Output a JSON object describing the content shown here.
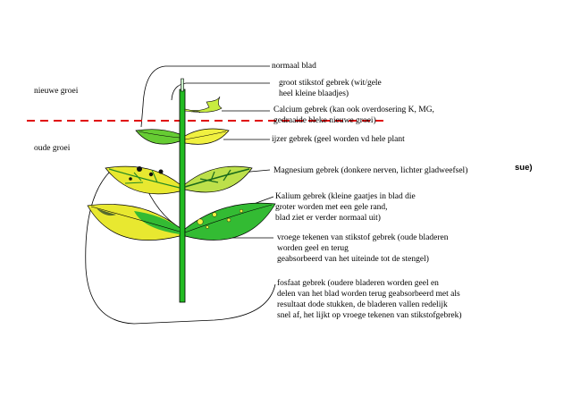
{
  "zones": {
    "new_growth": "nieuwe groei",
    "old_growth": "oude groei"
  },
  "annotations": [
    {
      "id": "normal",
      "text": "normaal blad"
    },
    {
      "id": "n_large",
      "text": "groot stikstof gebrek (wit/gele\nheel kleine blaadjes)"
    },
    {
      "id": "calcium",
      "text": "Calcium gebrek (kan ook overdosering K, MG,\ngedraaide bleke nieuwe groei)"
    },
    {
      "id": "iron",
      "text": "ijzer gebrek (geel worden vd hele plant"
    },
    {
      "id": "magnesium",
      "text": "Magnesium gebrek (donkere nerven, lichter gladweefsel)"
    },
    {
      "id": "potassium",
      "text": "Kalium gebrek (kleine gaatjes in blad die\ngroter worden met een gele rand,\nblad ziet er verder normaal uit)"
    },
    {
      "id": "n_early",
      "text": "vroege tekenen van stikstof gebrek (oude bladeren\nworden geel en terug\ngeabsorbeerd van het uiteinde tot de stengel)"
    },
    {
      "id": "phosphate",
      "text": "fosfaat gebrek (oudere bladeren worden geel en\ndelen van het blad worden terug geabsorbeerd met als\nresultaat dode stukken, de bladeren vallen redelijk\nsnel af, het lijkt op vroege tekenen van stikstofgebrek)"
    }
  ],
  "stray_text": "sue)",
  "colors": {
    "stem": "#22bb22",
    "leaf_green": "#33bb33",
    "leaf_yellow": "#e8e830",
    "divider": "#e01010",
    "outline": "#000000"
  }
}
